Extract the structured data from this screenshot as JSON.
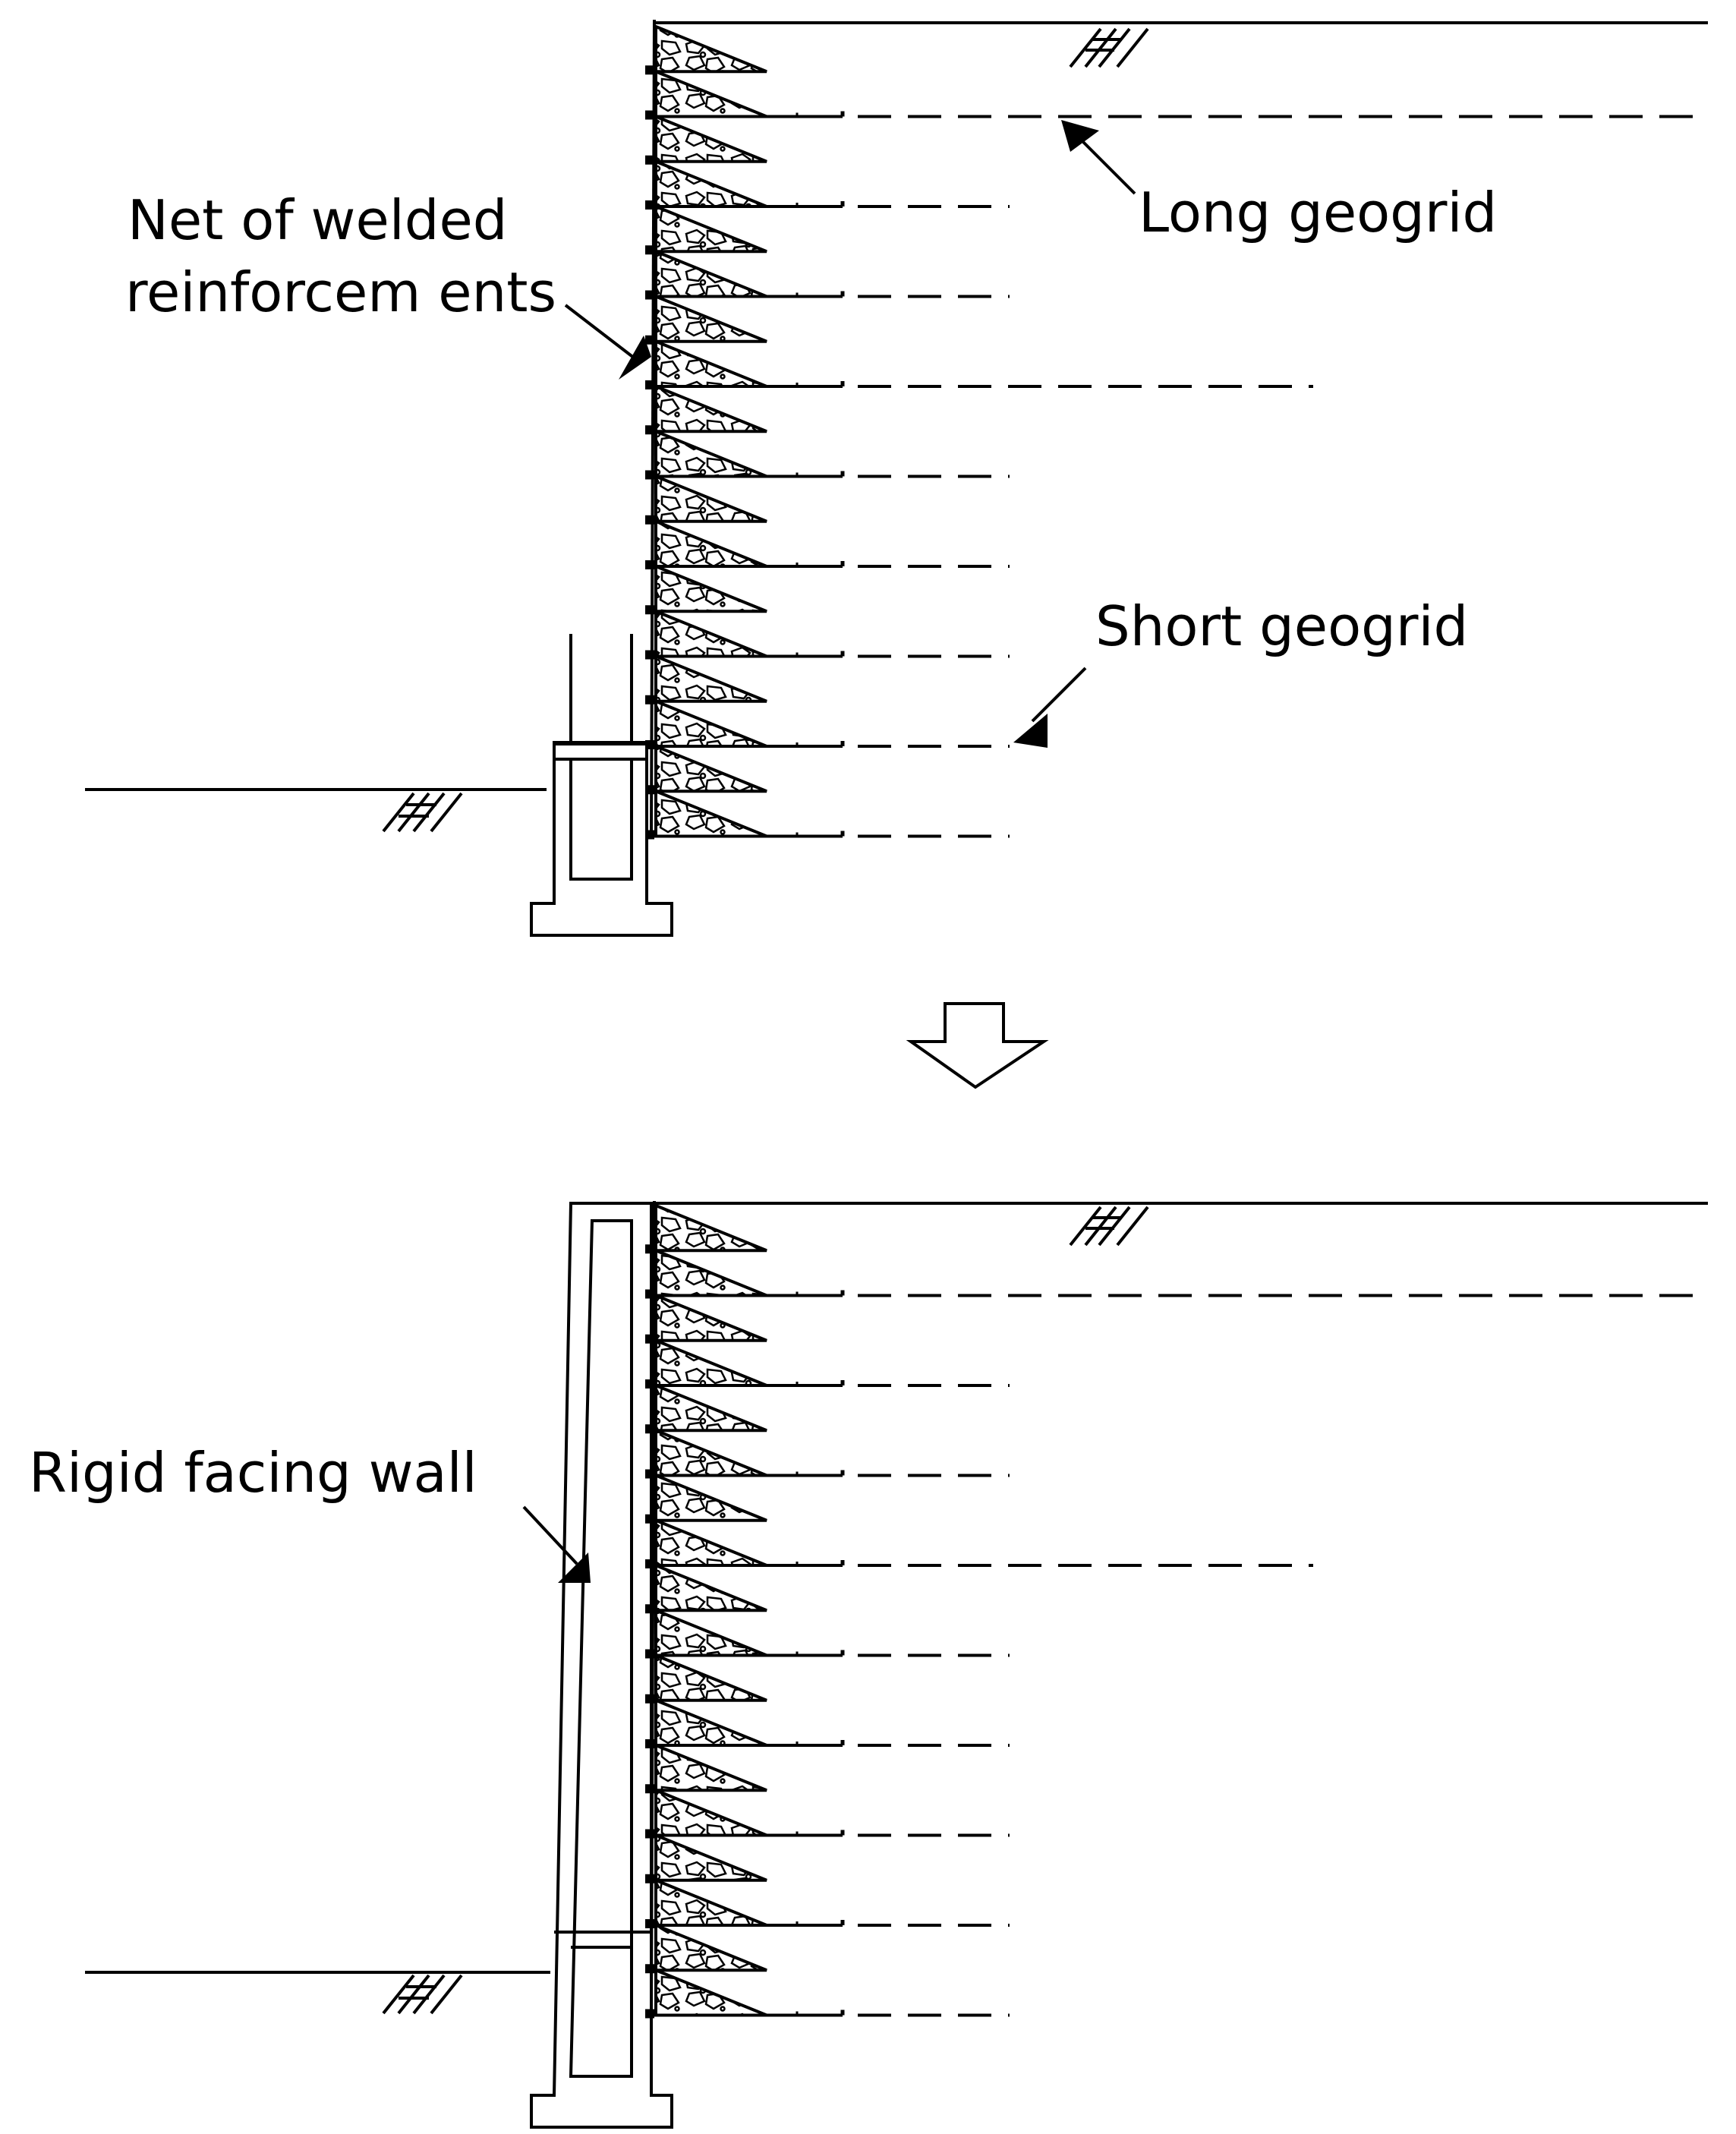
{
  "labels": {
    "net_of_welded_line1": "Net of welded",
    "net_of_welded_line2": "reinforcem ents",
    "long_geogrid": "Long geogrid",
    "short_geogrid": "Short geogrid",
    "rigid_facing_wall": "Rigid facing wall"
  },
  "icons": {
    "transition_arrow": "down-arrow-outline-icon",
    "ground_symbol": "soil-hatch-icon",
    "stone_fill": "gravel-fill-pattern"
  },
  "colors": {
    "ink": "#000000",
    "background": "#ffffff"
  }
}
